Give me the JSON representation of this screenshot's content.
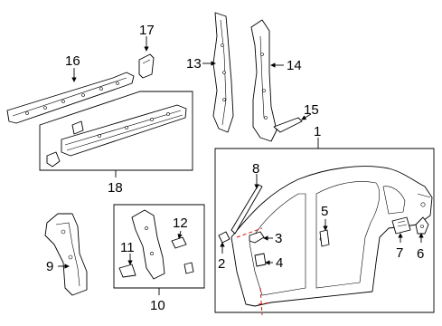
{
  "callouts": {
    "c1": "1",
    "c2": "2",
    "c3": "3",
    "c4": "4",
    "c5": "5",
    "c6": "6",
    "c7": "7",
    "c8": "8",
    "c9": "9",
    "c10": "10",
    "c11": "11",
    "c12": "12",
    "c13": "13",
    "c14": "14",
    "c15": "15",
    "c16": "16",
    "c17": "17",
    "c18": "18"
  },
  "colors": {
    "line": "#000000",
    "hidden_edge": "#dd1111",
    "background": "#ffffff"
  }
}
